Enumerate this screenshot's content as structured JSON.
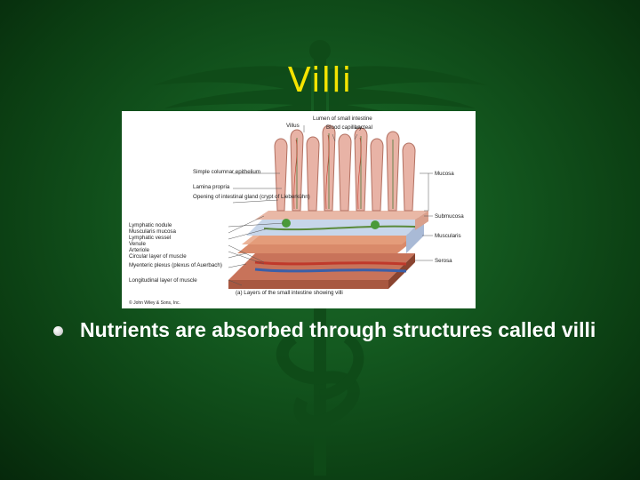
{
  "slide": {
    "title": "Villi",
    "bullets": [
      "Nutrients are absorbed through structures called villi"
    ]
  },
  "figure": {
    "labels_top": {
      "lumen": "Lumen of small intestine",
      "villus": "Villus",
      "blood_capillary": "Blood capillary",
      "lacteal": "Lacteal"
    },
    "labels_left": [
      "Simple columnar epithelium",
      "Lamina propria",
      "Opening of intestinal gland (crypt of Lieberkühn)",
      "Lymphatic nodule",
      "Muscularis mucosa",
      "Lymphatic vessel",
      "Venule",
      "Arteriole",
      "Circular layer of muscle",
      "Myenteric plexus (plexus of Auerbach)",
      "Longitudinal layer of muscle"
    ],
    "labels_right": [
      "Mucosa",
      "Submucosa",
      "Muscularis",
      "Serosa"
    ],
    "caption": "(a) Layers of the small intestine showing villi",
    "copyright": "© John Wiley & Sons, Inc."
  },
  "colors": {
    "title": "#f5e400",
    "bullet_text": "#ffffff",
    "background": "#145a20"
  }
}
